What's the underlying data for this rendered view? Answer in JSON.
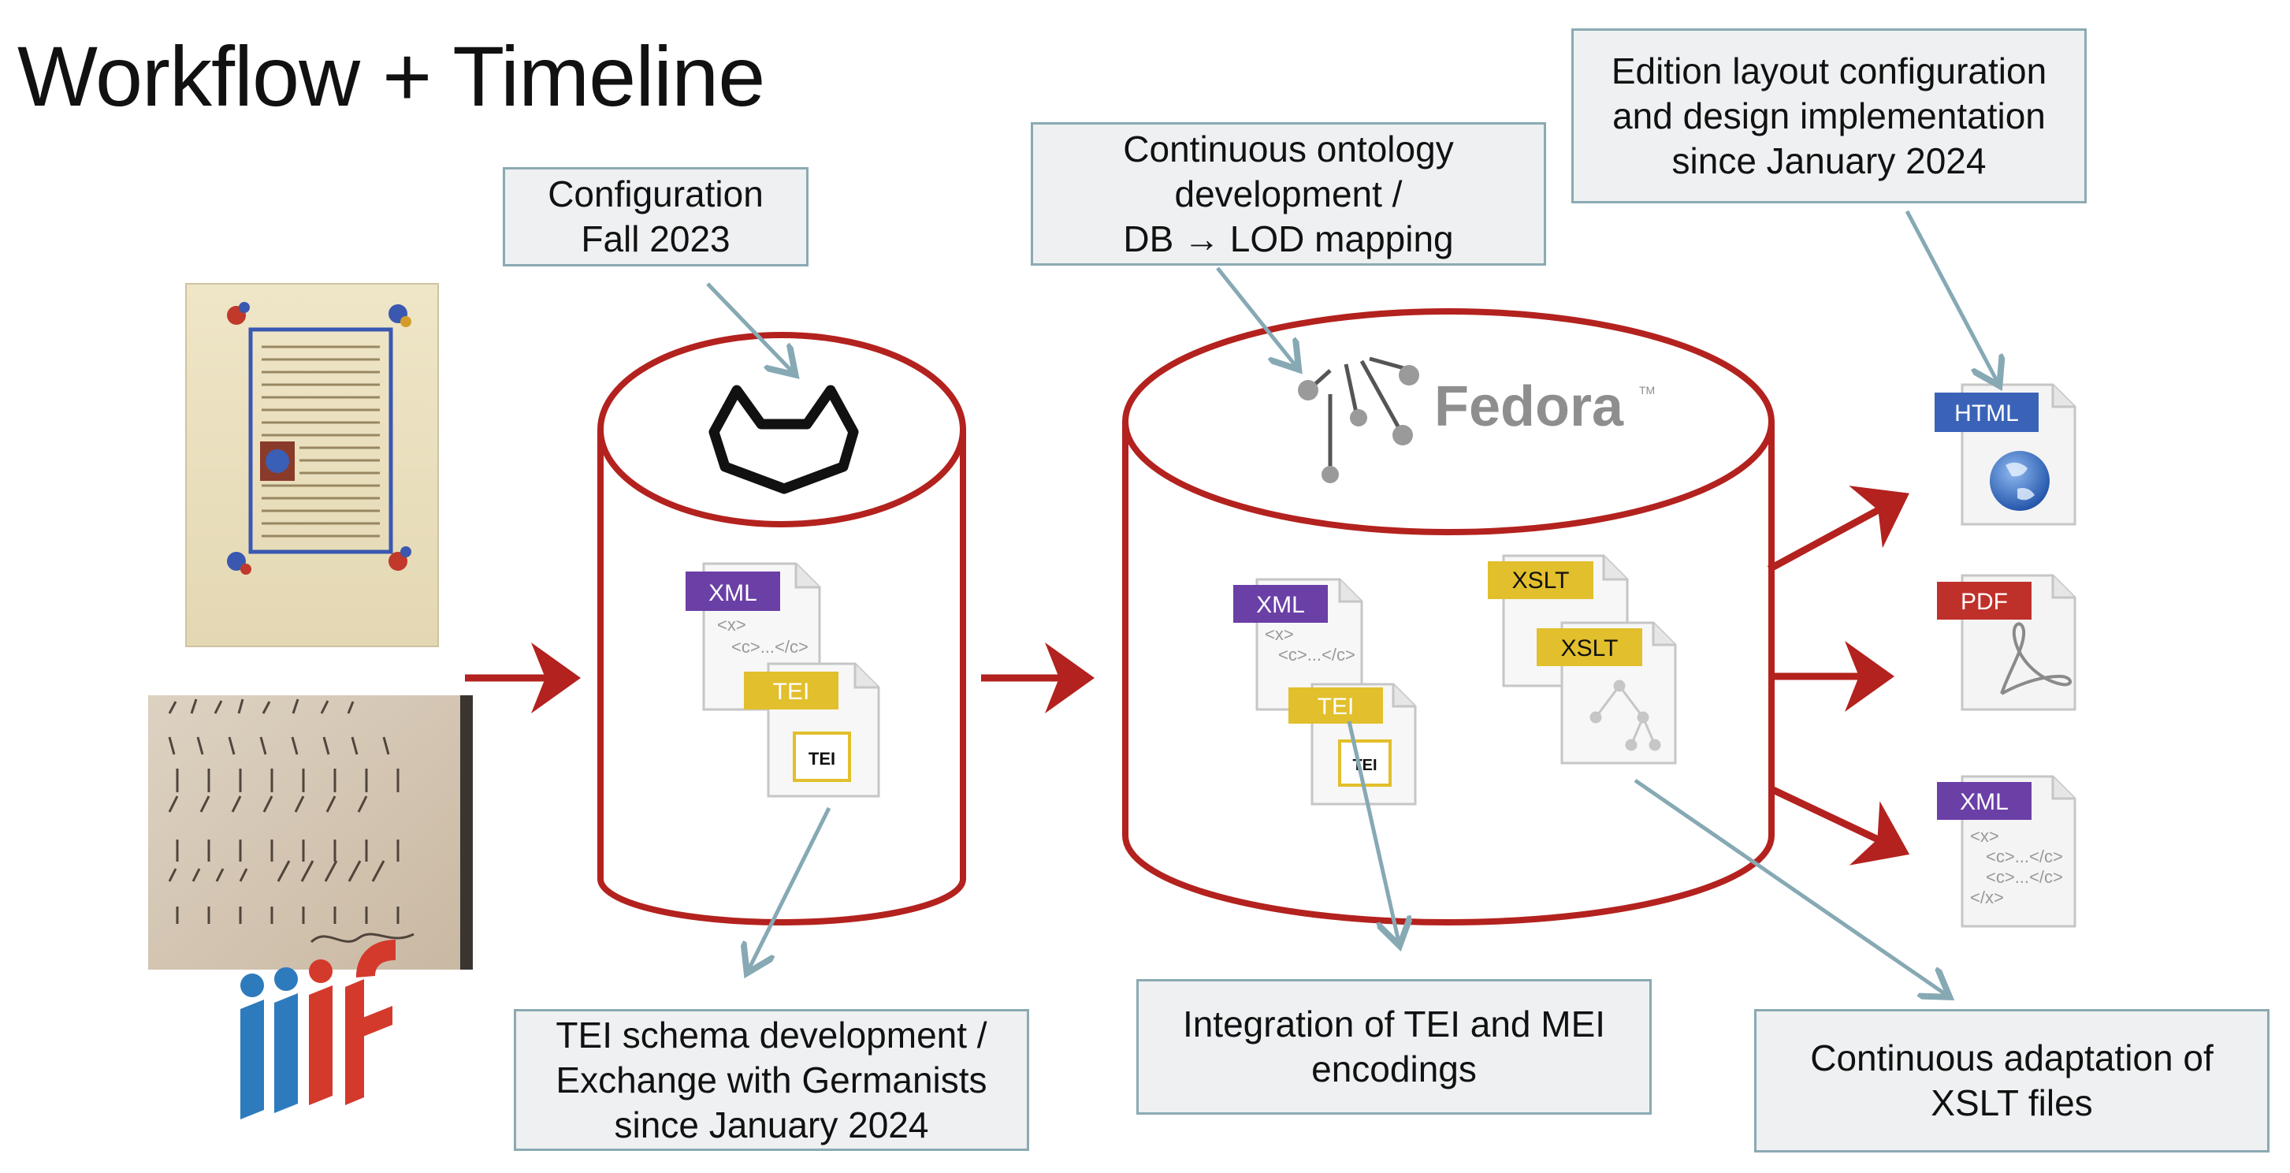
{
  "title": "Workflow + Timeline",
  "callouts": {
    "configuration": "Configuration\nFall 2023",
    "ontology": "Continuous ontology\ndevelopment /\nDB → LOD mapping",
    "edition_layout": "Edition layout configuration\nand design implementation\nsince January 2024",
    "tei_schema": "TEI schema development /\nExchange with Germanists\nsince January 2024",
    "integration": "Integration of TEI and MEI\nencodings",
    "xslt_adaptation": "Continuous adaptation of\nXSLT files"
  },
  "file_labels": {
    "xml_left": "XML",
    "tei_left": "TEI",
    "tei_logo_left": "TEI",
    "xml_mid": "XML",
    "tei_mid": "TEI",
    "tei_logo_mid": "TEI",
    "xslt_back": "XSLT",
    "xslt_front": "XSLT",
    "html_out": "HTML",
    "pdf_out": "PDF",
    "xml_out": "XML"
  },
  "code_lines": {
    "a": "<x>",
    "b": "<c>...</c>",
    "c": "<c>...</c>",
    "d": "</x>"
  },
  "fedora_label": "Fedora",
  "fedora_tm": "TM",
  "colors": {
    "cylinder": "#b3221e",
    "arrow": "#b3221e",
    "callout_line": "#86a9b4",
    "box_fill": "#eef0f1",
    "box_border": "#8aaab3",
    "xml_tag": "#6a3fa6",
    "tei_tag": "#e2bf2c",
    "html_tag": "#3a63b8",
    "pdf_tag": "#c0302a",
    "iiif_blue": "#2d7bbd",
    "iiif_red": "#d43a2c"
  }
}
